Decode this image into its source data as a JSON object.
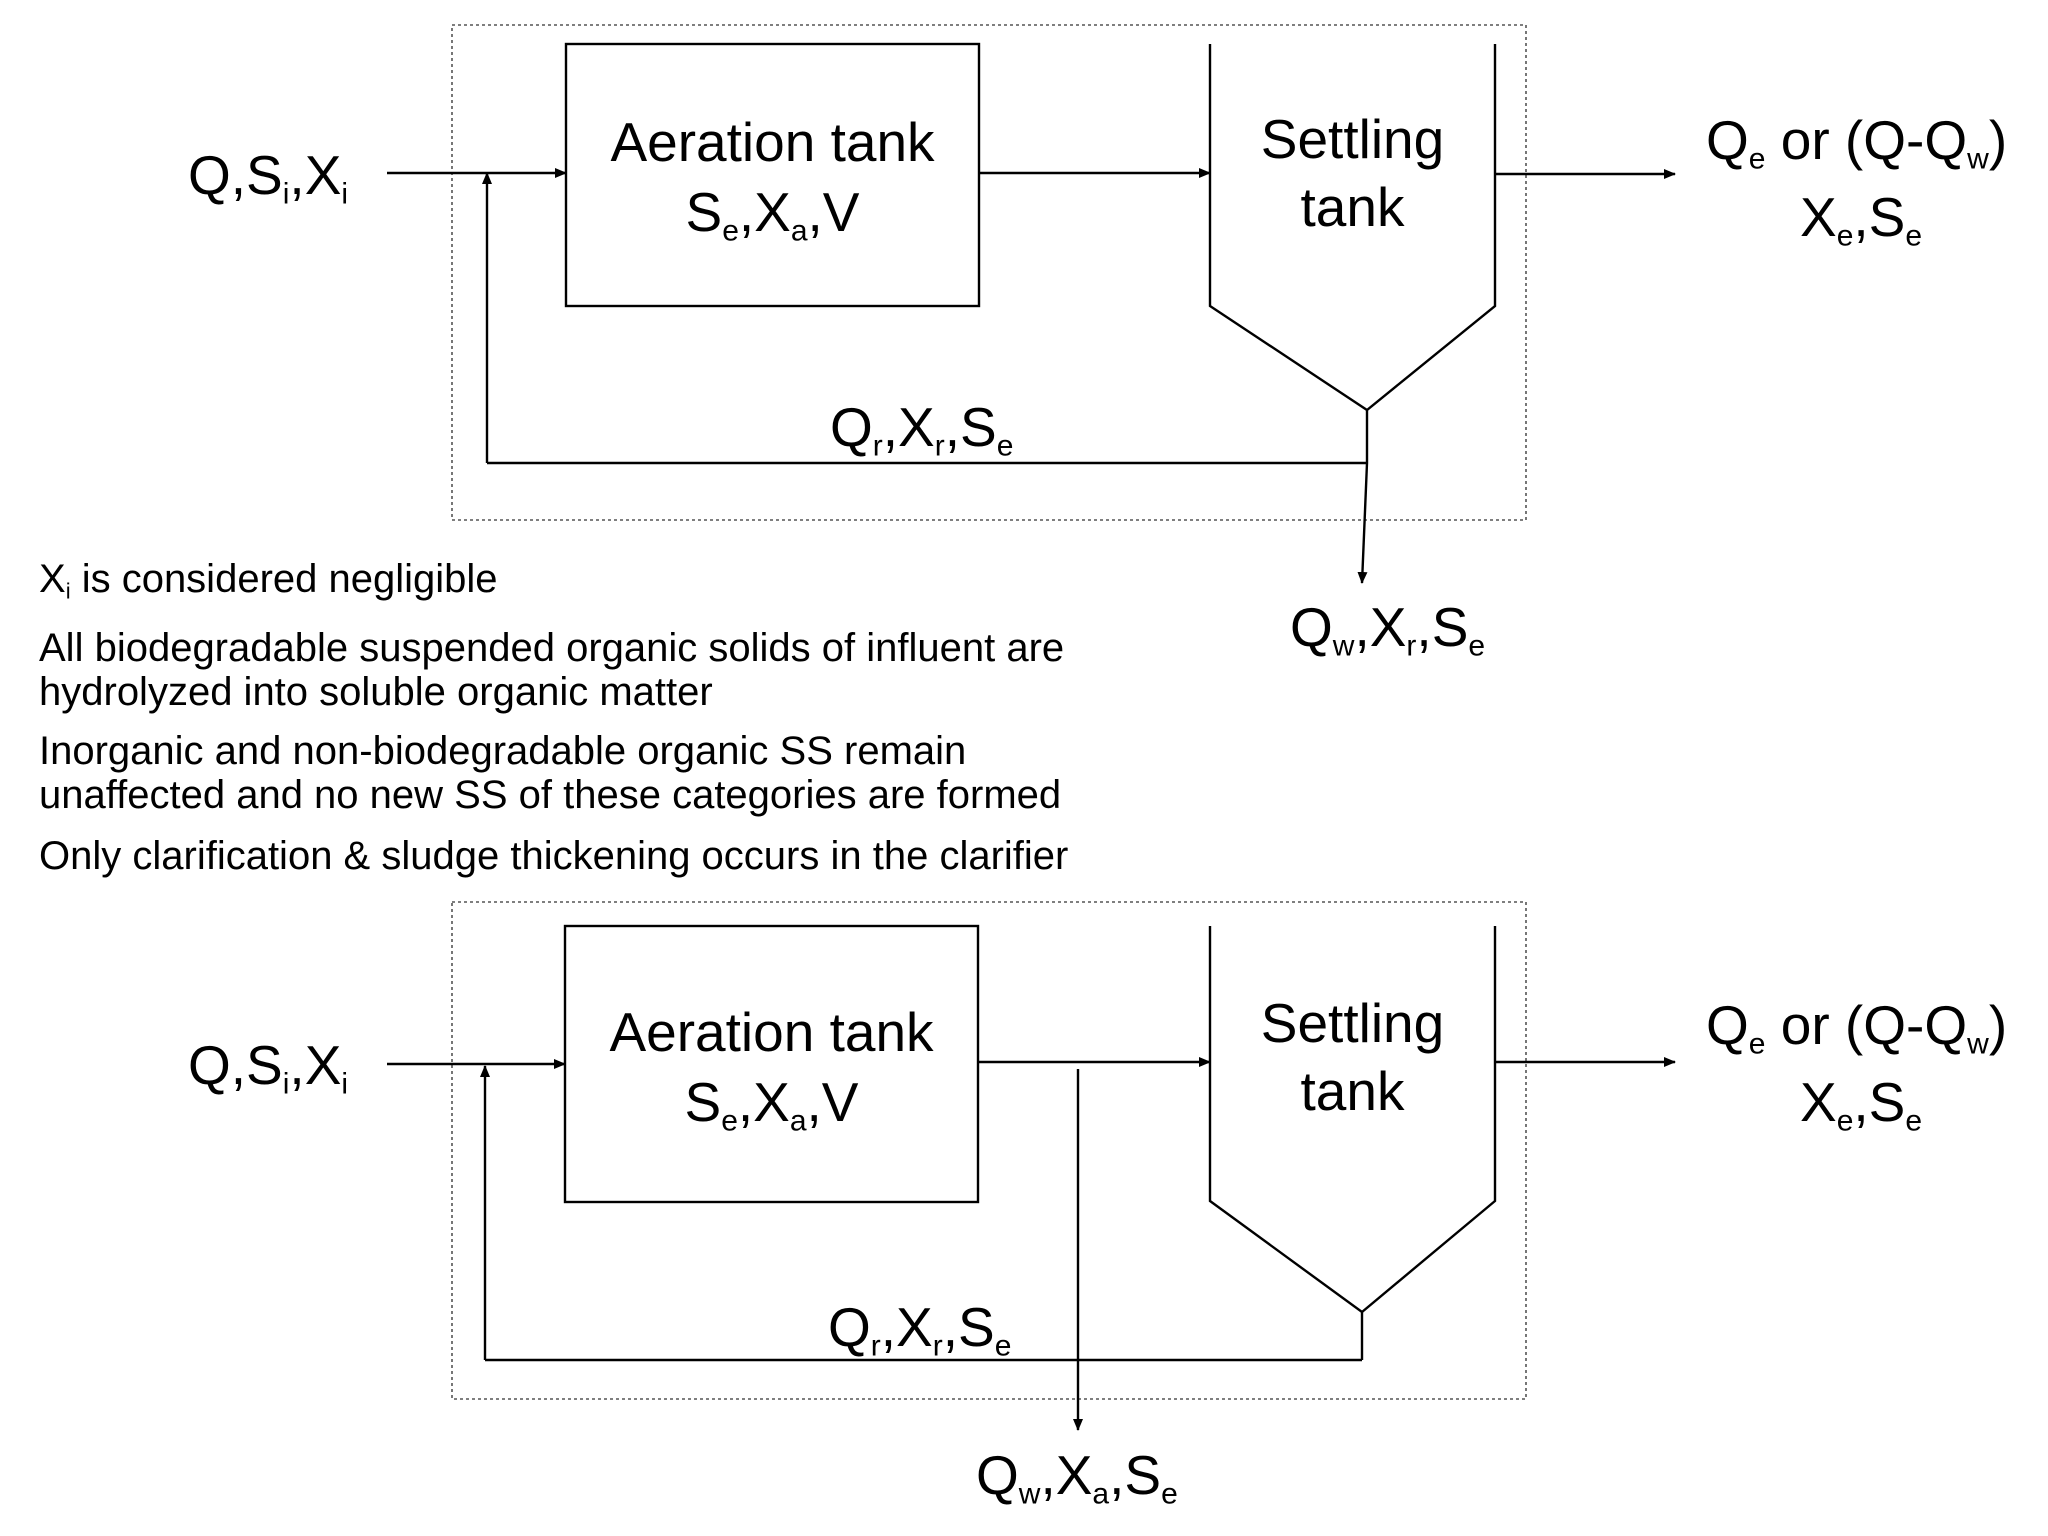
{
  "diagram1": {
    "influent": {
      "main": "Q,S",
      "sub1": "i",
      "sep": ",X",
      "sub2": "i"
    },
    "aeration": {
      "title": "Aeration tank",
      "l1": "S",
      "s1": "e",
      "l2": ",X",
      "s2": "a",
      "l3": ",V"
    },
    "settling": {
      "line1": "Settling",
      "line2": "tank"
    },
    "effluent": {
      "a": "Q",
      "as": "e",
      "b": " or (Q-Q",
      "bs": "w",
      "c": ")",
      "d": "X",
      "ds": "e",
      "e": ",S",
      "es": "e"
    },
    "recycle": {
      "a": "Q",
      "as": "r",
      "b": ",X",
      "bs": "r",
      "c": ",S",
      "cs": "e"
    },
    "waste": {
      "a": "Q",
      "as": "w",
      "b": ",X",
      "bs": "r",
      "c": ",S",
      "cs": "e"
    }
  },
  "notes": {
    "n1_pre": "X",
    "n1_sub": "i",
    "n1_post": " is considered negligible",
    "n2": "All biodegradable suspended organic solids of influent are\nhydrolyzed into soluble organic matter",
    "n3": "Inorganic and non-biodegradable organic SS remain\nunaffected and no new SS of these categories are formed",
    "n4": "Only clarification & sludge thickening occurs in the clarifier"
  },
  "diagram2": {
    "influent": {
      "main": "Q,S",
      "sub1": "i",
      "sep": ",X",
      "sub2": "i"
    },
    "aeration": {
      "title": "Aeration tank",
      "l1": "S",
      "s1": "e",
      "l2": ",X",
      "s2": "a",
      "l3": ",V"
    },
    "settling": {
      "line1": "Settling",
      "line2": "tank"
    },
    "effluent": {
      "a": "Q",
      "as": "e",
      "b": " or (Q-Q",
      "bs": "w",
      "c": ")",
      "d": "X",
      "ds": "e",
      "e": ",S",
      "es": "e"
    },
    "recycle": {
      "a": "Q",
      "as": "r",
      "b": ",X",
      "bs": "r",
      "c": ",S",
      "cs": "e"
    },
    "waste": {
      "a": "Q",
      "as": "w",
      "b": ",X",
      "bs": "a",
      "c": ",S",
      "cs": "e"
    }
  }
}
